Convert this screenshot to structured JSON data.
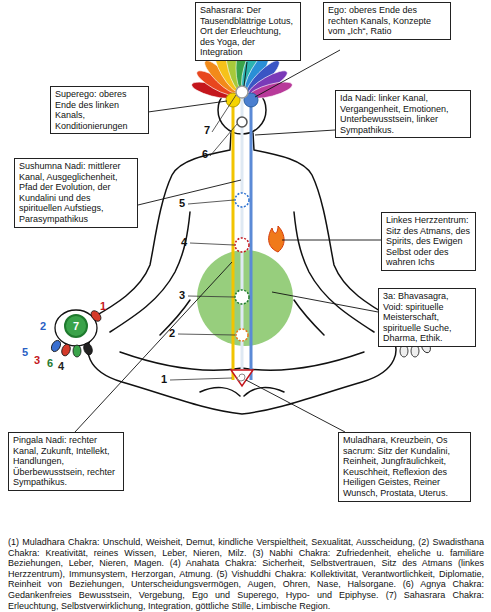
{
  "diagram": {
    "caption": "(1) Muladhara Chakra: Unschuld, Weisheit, Demut, kindliche Verspieltheit, Sexualität, Ausscheidung, (2) Swadisthana Chakra: Kreativität, reines Wissen, Leber, Nieren, Milz. (3) Nabhi Chakra: Zufriedenheit, eheliche u. familiäre Beziehungen, Leber, Nieren, Magen. (4) Anahata Chakra: Sicherheit, Selbstvertrauen, Sitz des Atmans (linkes Herzzentrum), Immunsystem, Herzorgan, Atmung. (5) Vishuddhi Chakra: Kollektivität, Verantwortlichkeit, Diplomatie, Reinheit von Beziehungen, Unterscheidungsvermögen, Augen, Ohren, Nase, Halsorgane. (6) Agnya Chakra: Gedankenfreies Bewusstsein, Vergebung, Ego und Superego, Hypo- und Epiphyse. (7) Sahasrara Chakra: Erleuchtung, Selbstverwirklichung, Integration, göttliche Stille, Limbische Region.",
    "nodes": [
      {
        "text": [
          "Sahasrara: Der Tausendblättrige Lotus, Ort der Erleuchtung, des Yoga, der Integration"
        ]
      },
      {
        "text": [
          "Ego: oberes Ende des rechten Kanals, Konzepte vom „Ich“, Ratio"
        ]
      },
      {
        "text": [
          "Superego: oberes Ende des linken Kanals, Konditionierungen"
        ]
      },
      {
        "text": [
          "Ida Nadi: linker Kanal, Vergangenheit, Emotionen, Unterbewusstsein, linker Sympathikus."
        ]
      },
      {
        "text": [
          "Sushumna Nadi: mittlerer Kanal, Ausgeglichenheit, Pfad der Evolution, der Kundalini und des spirituellen Aufstiegs, Parasympathikus"
        ]
      },
      {
        "text": [
          "Linkes Herzzentrum: Sitz des Atmans, des Spirits, des Ewigen Selbst oder des wahren Ichs"
        ]
      },
      {
        "text": [
          "3a: Bhavasagra, Void: spirituelle Meisterschaft, spirituelle Suche, Dharma, Ethik."
        ]
      },
      {
        "text": [
          "7"
        ]
      },
      {
        "text": [
          "Pingala Nadi: rechter Kanal, Zukunft, Intellekt, Handlungen, Überbewusstsein, rechter Sympathikus."
        ]
      },
      {
        "text": [
          "Muladhara, Kreuzbein, Os sacrum: Sitz der Kundalini, Reinheit, Jungfräulichkeit, Keuschheit, Reflexion des Heiligen Geistes, Reiner Wunsch, Prostata, Uterus."
        ]
      }
    ],
    "labels": [
      "7",
      "6",
      "5",
      "4",
      "3",
      "2",
      "1",
      "2",
      "1",
      "5",
      "3",
      "6",
      "4"
    ]
  }
}
